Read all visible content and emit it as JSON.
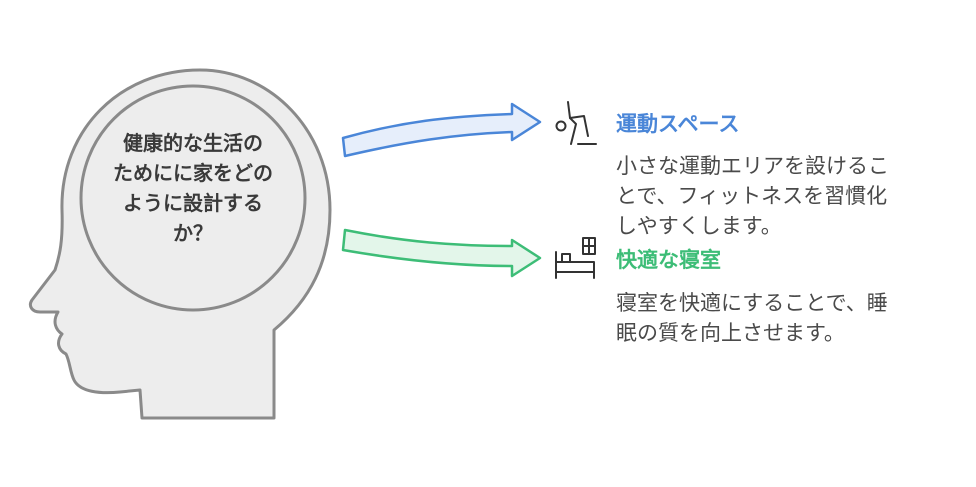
{
  "center": {
    "lines": [
      "健康的な生活の",
      "ためにに家をどの",
      "ように設計する",
      "か？"
    ]
  },
  "items": [
    {
      "title": "運動スペース",
      "description": [
        "小さな運動エリアを設けるこ",
        "とで、フィットネスを習慣化",
        "しやすくします。"
      ],
      "color": "#4a86d8",
      "icon": "exercise-icon"
    },
    {
      "title": "快適な寝室",
      "description": [
        "寝室を快適にすることで、睡",
        "眠の質を向上させます。"
      ],
      "color": "#3dbd77",
      "icon": "bed-icon"
    }
  ],
  "colors": {
    "head_fill": "#ededed",
    "head_stroke": "#8a8a8a",
    "arrow_blue_fill": "#e6eefb",
    "arrow_green_fill": "#e3f6ea"
  }
}
